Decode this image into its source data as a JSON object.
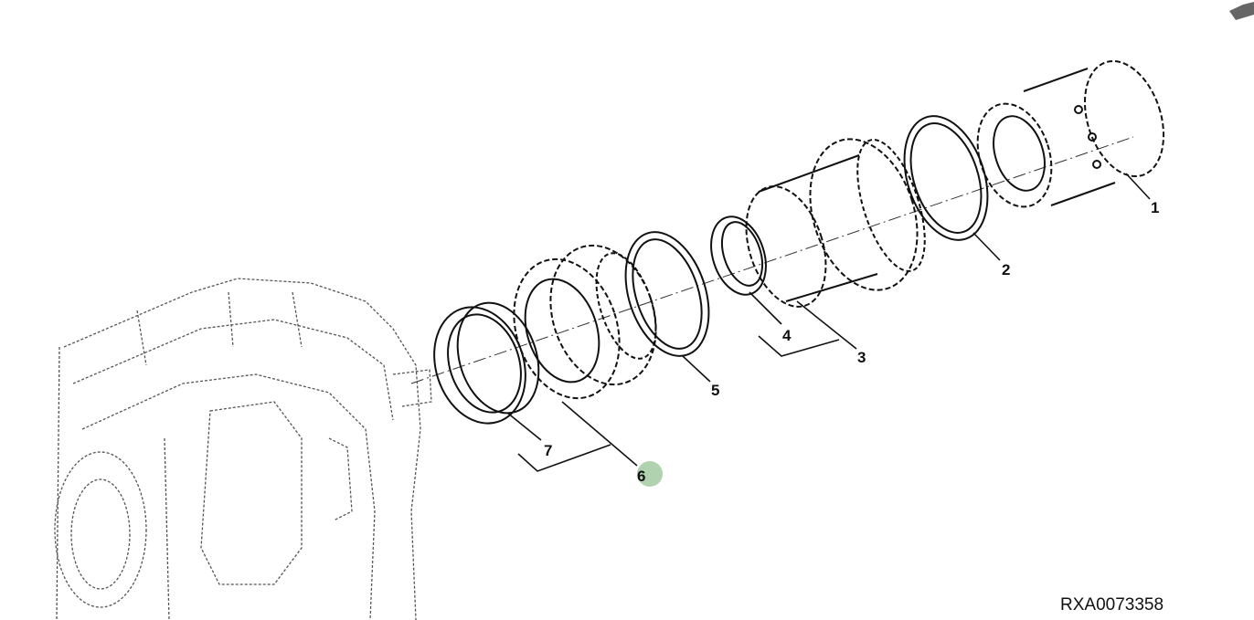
{
  "diagram": {
    "figure_code": "RXA0073358",
    "callouts": [
      "1",
      "2",
      "3",
      "4",
      "5",
      "6",
      "7"
    ],
    "highlighted_callout": "6",
    "highlight_color": "#9cc79a"
  }
}
